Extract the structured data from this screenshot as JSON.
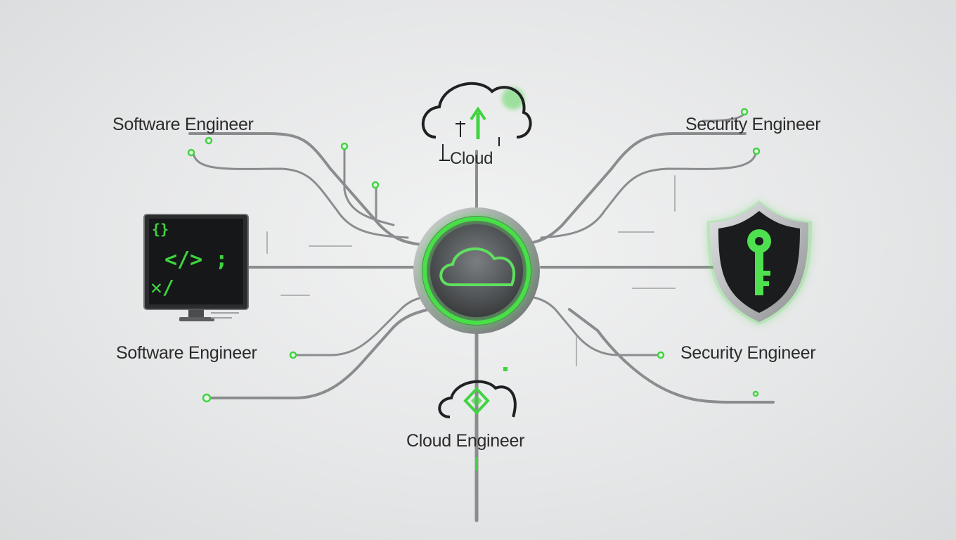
{
  "labels": {
    "software_top": "Software Engineer",
    "security_top": "Security Engineer",
    "software_bottom": "Software Engineer",
    "security_bottom": "Security Engineer",
    "cloud_top": "Cloud",
    "cloud_bottom": "Cloud Engineer"
  },
  "monitor_code": {
    "line1": "{}",
    "line2": "</> ;",
    "line3": "✕/"
  },
  "icons": {
    "center": "cloud-icon",
    "left": "code-monitor-icon",
    "right": "shield-key-icon",
    "top": "cloud-upload-icon",
    "bottom": "cloud-diamond-icon"
  },
  "colors": {
    "accent_green": "#3fd43f",
    "line_gray": "#8a8c8e",
    "text": "#2b2b2b",
    "dark_panel": "#1c1e20"
  }
}
